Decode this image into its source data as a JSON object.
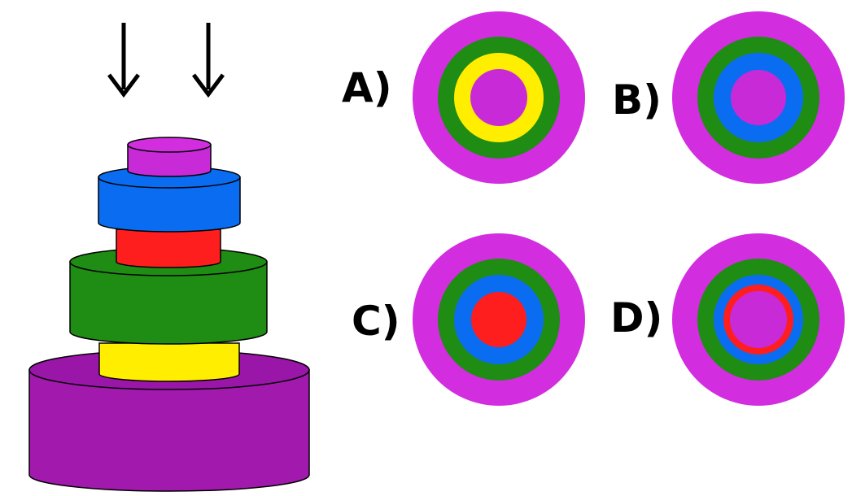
{
  "colors": {
    "purple_top": "#d22ee0",
    "purple_base": "#a21aad",
    "purple_base_top": "#9a16a8",
    "blue": "#0a6cf0",
    "red": "#ff1e1e",
    "green": "#1f8c14",
    "yellow": "#ffee00",
    "outline": "#000000"
  },
  "arrows": [
    "down-arrow-icon",
    "down-arrow-icon"
  ],
  "stack": {
    "layers_top_to_bottom": [
      "purple",
      "blue",
      "red",
      "green",
      "yellow",
      "purple"
    ]
  },
  "options": [
    {
      "label": "A)",
      "rings_outer_to_inner": [
        "purple",
        "green",
        "yellow",
        "purple"
      ]
    },
    {
      "label": "B)",
      "rings_outer_to_inner": [
        "purple",
        "green",
        "blue",
        "purple"
      ]
    },
    {
      "label": "C)",
      "rings_outer_to_inner": [
        "purple",
        "green",
        "blue",
        "red"
      ]
    },
    {
      "label": "D)",
      "rings_outer_to_inner": [
        "purple",
        "green",
        "blue",
        "red",
        "purple"
      ]
    }
  ]
}
